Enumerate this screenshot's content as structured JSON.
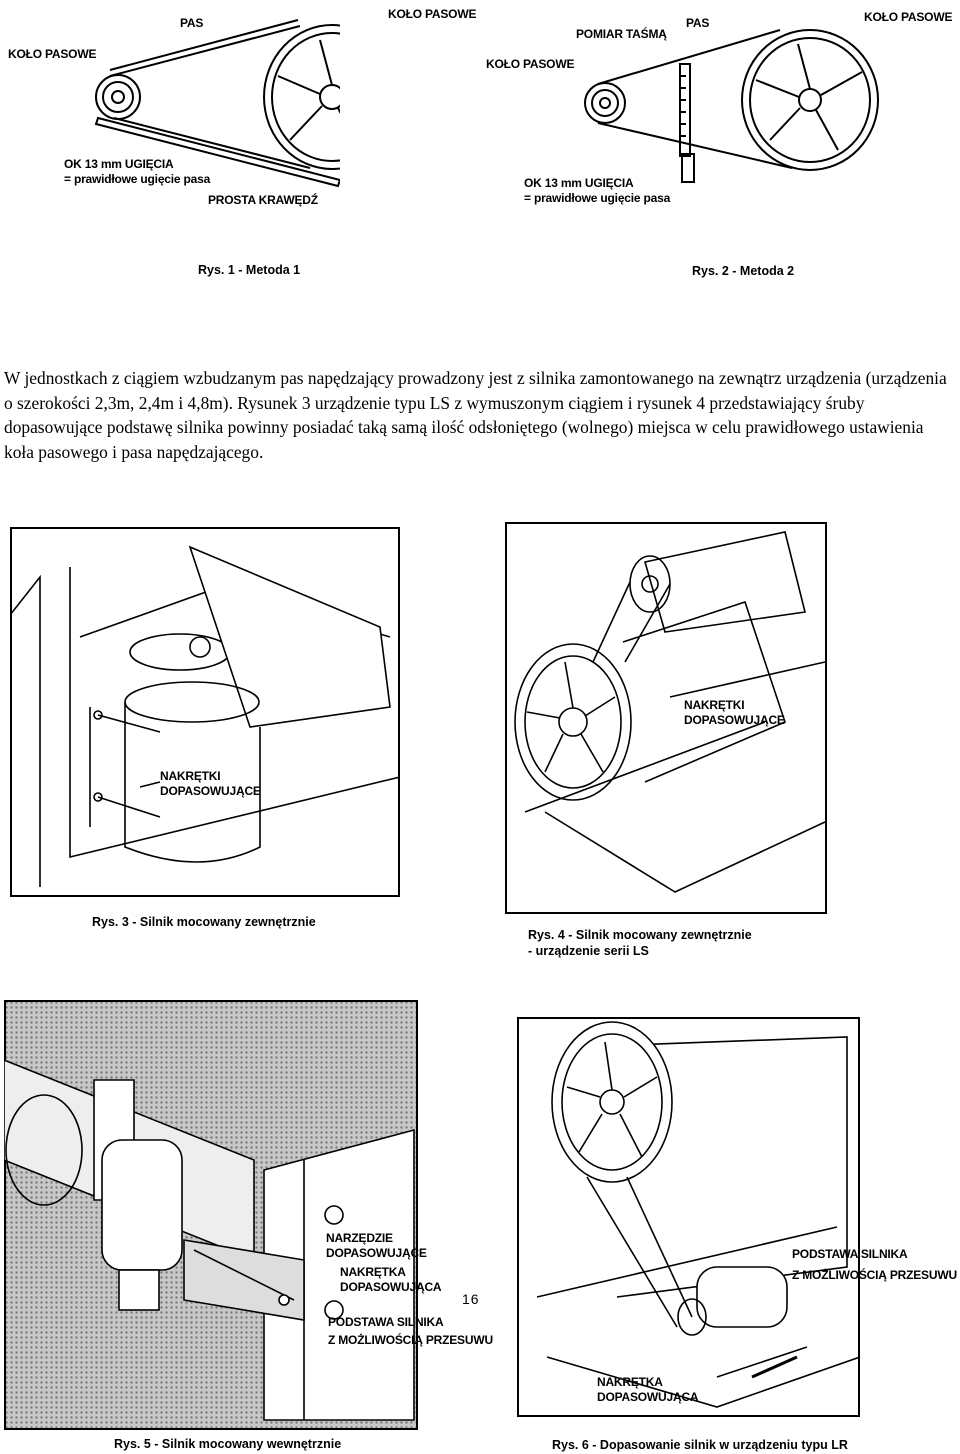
{
  "figure1": {
    "labels": {
      "pas": "PAS",
      "kolo_pasowe_left": "KOŁO PASOWE",
      "kolo_pasowe_right": "KOŁO PASOWE",
      "ok_line1": "OK 13 mm UGIĘCIA",
      "ok_line2": "= prawidłowe ugięcie pasa",
      "prosta": "PROSTA KRAWĘDŹ"
    },
    "caption": "Rys. 1 - Metoda 1"
  },
  "figure2": {
    "labels": {
      "pomiar": "POMIAR TAŚMĄ",
      "pas": "PAS",
      "kolo_pasowe_right": "KOŁO PASOWE",
      "kolo_pasowe_left": "KOŁO PASOWE",
      "ok_line1": "OK 13 mm UGIĘCIA",
      "ok_line2": "= prawidłowe ugięcie pasa"
    },
    "caption": "Rys. 2 - Metoda 2"
  },
  "paragraph": "W jednostkach z ciągiem wzbudzanym  pas napędzający prowadzony jest z silnika zamontowanego na zewnątrz urządzenia (urządzenia o szerokości 2,3m, 2,4m i 4,8m). Rysunek 3 urządzenie typu LS z wymuszonym ciągiem i rysunek 4 przedstawiający śruby dopasowujące podstawę silnika  powinny posiadać taką samą ilość odsłoniętego (wolnego) miejsca w celu prawidłowego ustawienia koła pasowego i pasa napędzającego.",
  "figure3": {
    "labels": {
      "line1": "NAKRĘTKI",
      "line2": "DOPASOWUJĄCE"
    },
    "caption": "Rys. 3 - Silnik mocowany zewnętrznie"
  },
  "figure4": {
    "labels": {
      "line1": "NAKRĘTKI",
      "line2": "DOPASOWUJĄCE"
    },
    "caption_line1": "Rys. 4 - Silnik mocowany zewnętrznie",
    "caption_line2": "- urządzenie serii LS"
  },
  "figure5": {
    "labels": {
      "narzedzie1": "NARZĘDZIE",
      "narzedzie2": "DOPASOWUJĄCE",
      "nakretka1": "NAKRĘTKA",
      "nakretka2": "DOPASOWUJĄCA",
      "podstawa1": "PODSTAWA SILNIKA",
      "podstawa2": "Z MOŻLIWOŚCIĄ PRZESUWU"
    },
    "caption": "Rys. 5 - Silnik mocowany wewnętrznie"
  },
  "figure6": {
    "labels": {
      "podstawa1": "PODSTAWA SILNIKA",
      "podstawa2": "Z MOŻLIWOŚCIĄ PRZESUWU",
      "nakretka1": "NAKRĘTKA",
      "nakretka2": "DOPASOWUJĄCA"
    },
    "caption": "Rys. 6 - Dopasowanie silnik w urządzeniu typu LR"
  },
  "page_number": "16"
}
